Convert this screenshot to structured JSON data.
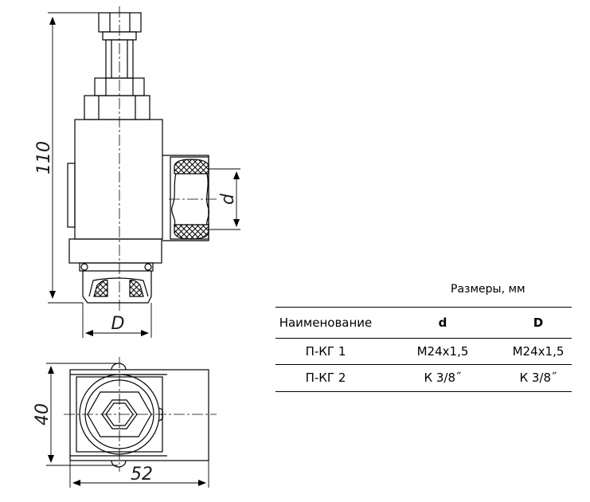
{
  "dimensions": {
    "height": "110",
    "outlet": "d",
    "inlet": "D",
    "depth": "40",
    "width": "52"
  },
  "table": {
    "caption": "Размеры, мм",
    "headers": [
      "Наименование",
      "d",
      "D"
    ],
    "rows": [
      [
        "П-КГ 1",
        "М24х1,5",
        "М24х1,5"
      ],
      [
        "П-КГ 2",
        "К 3/8˝",
        "К 3/8˝"
      ]
    ]
  }
}
